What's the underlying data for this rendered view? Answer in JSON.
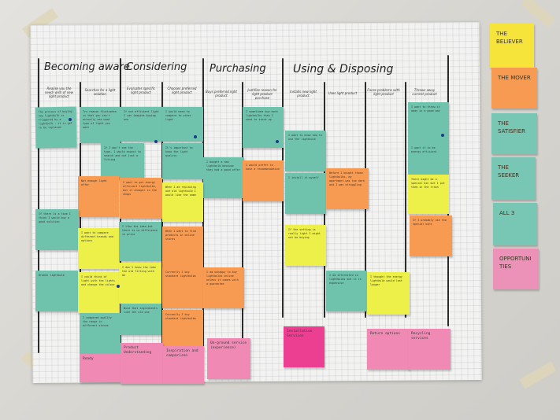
{
  "phases": [
    "Becoming aware",
    "Considering",
    "Purchasing",
    "Using & Disposing"
  ],
  "sub_headers": [
    "Realise you the need/ wish of new light product",
    "Searches for a light solution",
    "Evaluates specific light product",
    "Chooses preferred light product",
    "Buys preferred light product",
    "Justifies reason for light product purchase",
    "Installs new light product",
    "Uses light product",
    "Faces problems with light product",
    "Throws away current product"
  ],
  "journey_notes": {
    "n1": "The process of buying new lightbulb is triggered by a lightbulb - it is get to be replaced",
    "n2": "Try reason fluctuates is that you can't actually see what type of light you want",
    "n3": "If not efficient light I can imagine buying one",
    "n4": "I would need to compare to other light",
    "n5": "I want it to be energy efficient",
    "n6": "I sometimes buy more lightbulbs than I need to stock up",
    "n7": "I want to know how to use the lightbulb",
    "n8": "I want to throw it away in a good way",
    "n9": "If I don't see the type, I would expect to search and not just a fitting",
    "n10": "I want to get energy efficient lightbulbs, but if cheaper in the shops",
    "n11": "It's important to know the light quality",
    "n12": "I bought a new lightbulb because they had a good offer",
    "n13": "I would prefer to have a recommendation",
    "n14": "I install it myself",
    "n15": "Before I bought those lightbulbs, my apartment was too dark and I was struggling",
    "n16": "There might be a special bin but I put them in the trash",
    "n17": "Not enough light offer",
    "n18": "I want to compare different brands and options",
    "n19": "I like the idea but there is no difference in price",
    "n20": "When I am replacing one old lightbulb I would like the same",
    "n21": "If the setting is really light I might not be buying",
    "n22": "If I probably use the special bins",
    "n23": "Broken lightbulb",
    "n24": "If there is a time I think I would buy a good solution",
    "n25": "I don't know the take the old fitting with me",
    "n26": "When I want to find products in online stores",
    "n27": "I am unhappy to buy lightbulbs online unless it comes with a guarantee",
    "n28": "I am interested in lightbulbs but it is expensive",
    "n29": "I thought the energy lightbulb would last longer",
    "n30": "I could think of light with the lights and change the colour",
    "n31": "I compared quality the range in different stores",
    "n32": "Nice that ingredients like the old one",
    "n33": "Currently I buy standard lightbulbs"
  },
  "bottom_labels": {
    "b1": "Ready",
    "b2": "Product Understanding",
    "b3": "Inspiration and comparison",
    "b4": "On-ground service (experience)",
    "b5": "Installation Services",
    "b6": "Return options",
    "b7": "Recycling services"
  },
  "personas": [
    "THE BELIEVER",
    "THE MOVER",
    "THE SATISFIER",
    "THE SEEKER",
    "ALL 3",
    "OPPORTUNITIES"
  ],
  "colors": {
    "teal": "#6fc3ad",
    "yellow": "#eef04a",
    "orange": "#f79a52",
    "pink": "#f08ab4",
    "magenta": "#ec3f92",
    "gold": "#f6e43a"
  }
}
